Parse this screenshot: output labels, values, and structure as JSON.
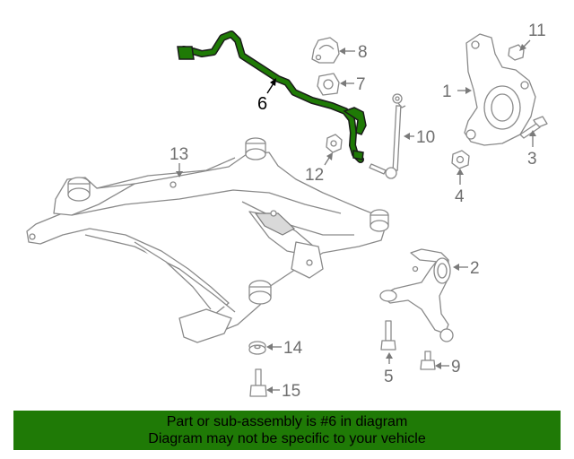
{
  "callouts": {
    "c1": "1",
    "c2": "2",
    "c3": "3",
    "c4": "4",
    "c5": "5",
    "c6": "6",
    "c7": "7",
    "c8": "8",
    "c9": "9",
    "c10": "10",
    "c11": "11",
    "c12": "12",
    "c13": "13",
    "c14": "14",
    "c15": "15"
  },
  "highlight_color": "#1f7a06",
  "banner": {
    "line1": "Part or sub-assembly is #6 in diagram",
    "line2": "Diagram may not be specific to your vehicle",
    "background": "#1f7a06"
  }
}
